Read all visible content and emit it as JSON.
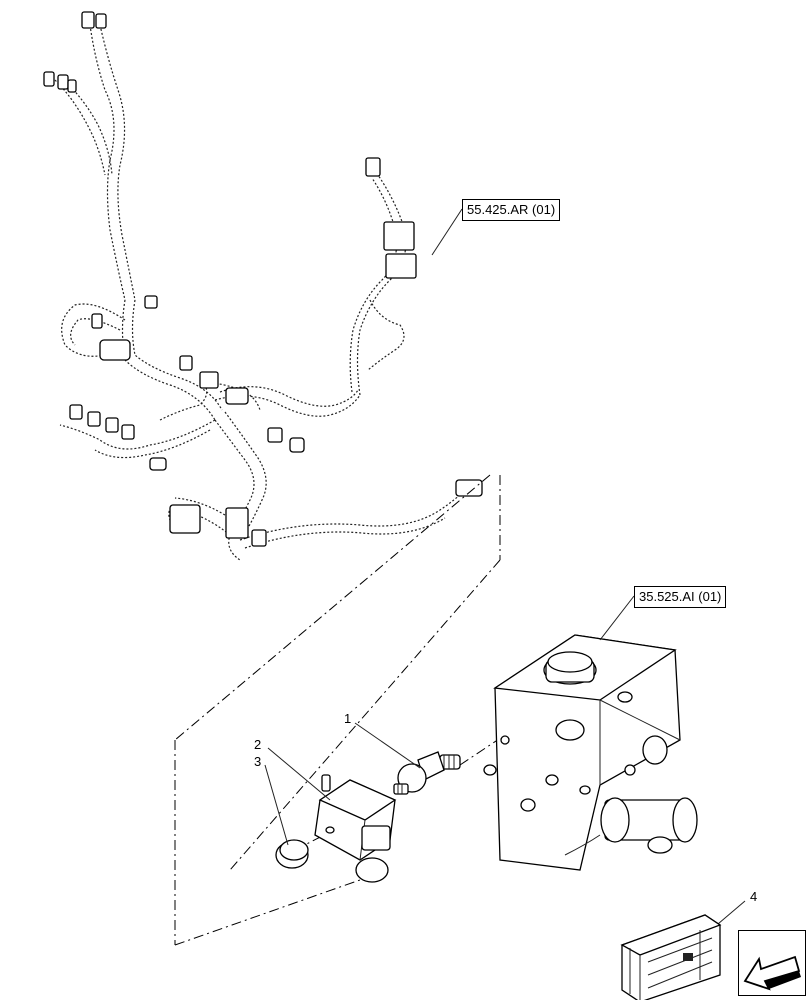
{
  "diagram": {
    "references": [
      {
        "id": "harness-ref",
        "label": "55.425.AR (01)"
      },
      {
        "id": "valve-ref",
        "label": "35.525.AI (01)"
      }
    ],
    "callouts": [
      {
        "id": "1",
        "label": "1"
      },
      {
        "id": "2",
        "label": "2"
      },
      {
        "id": "3",
        "label": "3"
      },
      {
        "id": "4",
        "label": "4"
      }
    ]
  },
  "icons": {
    "navigation": "arrow-back-icon",
    "kit": "box-kit-icon"
  }
}
